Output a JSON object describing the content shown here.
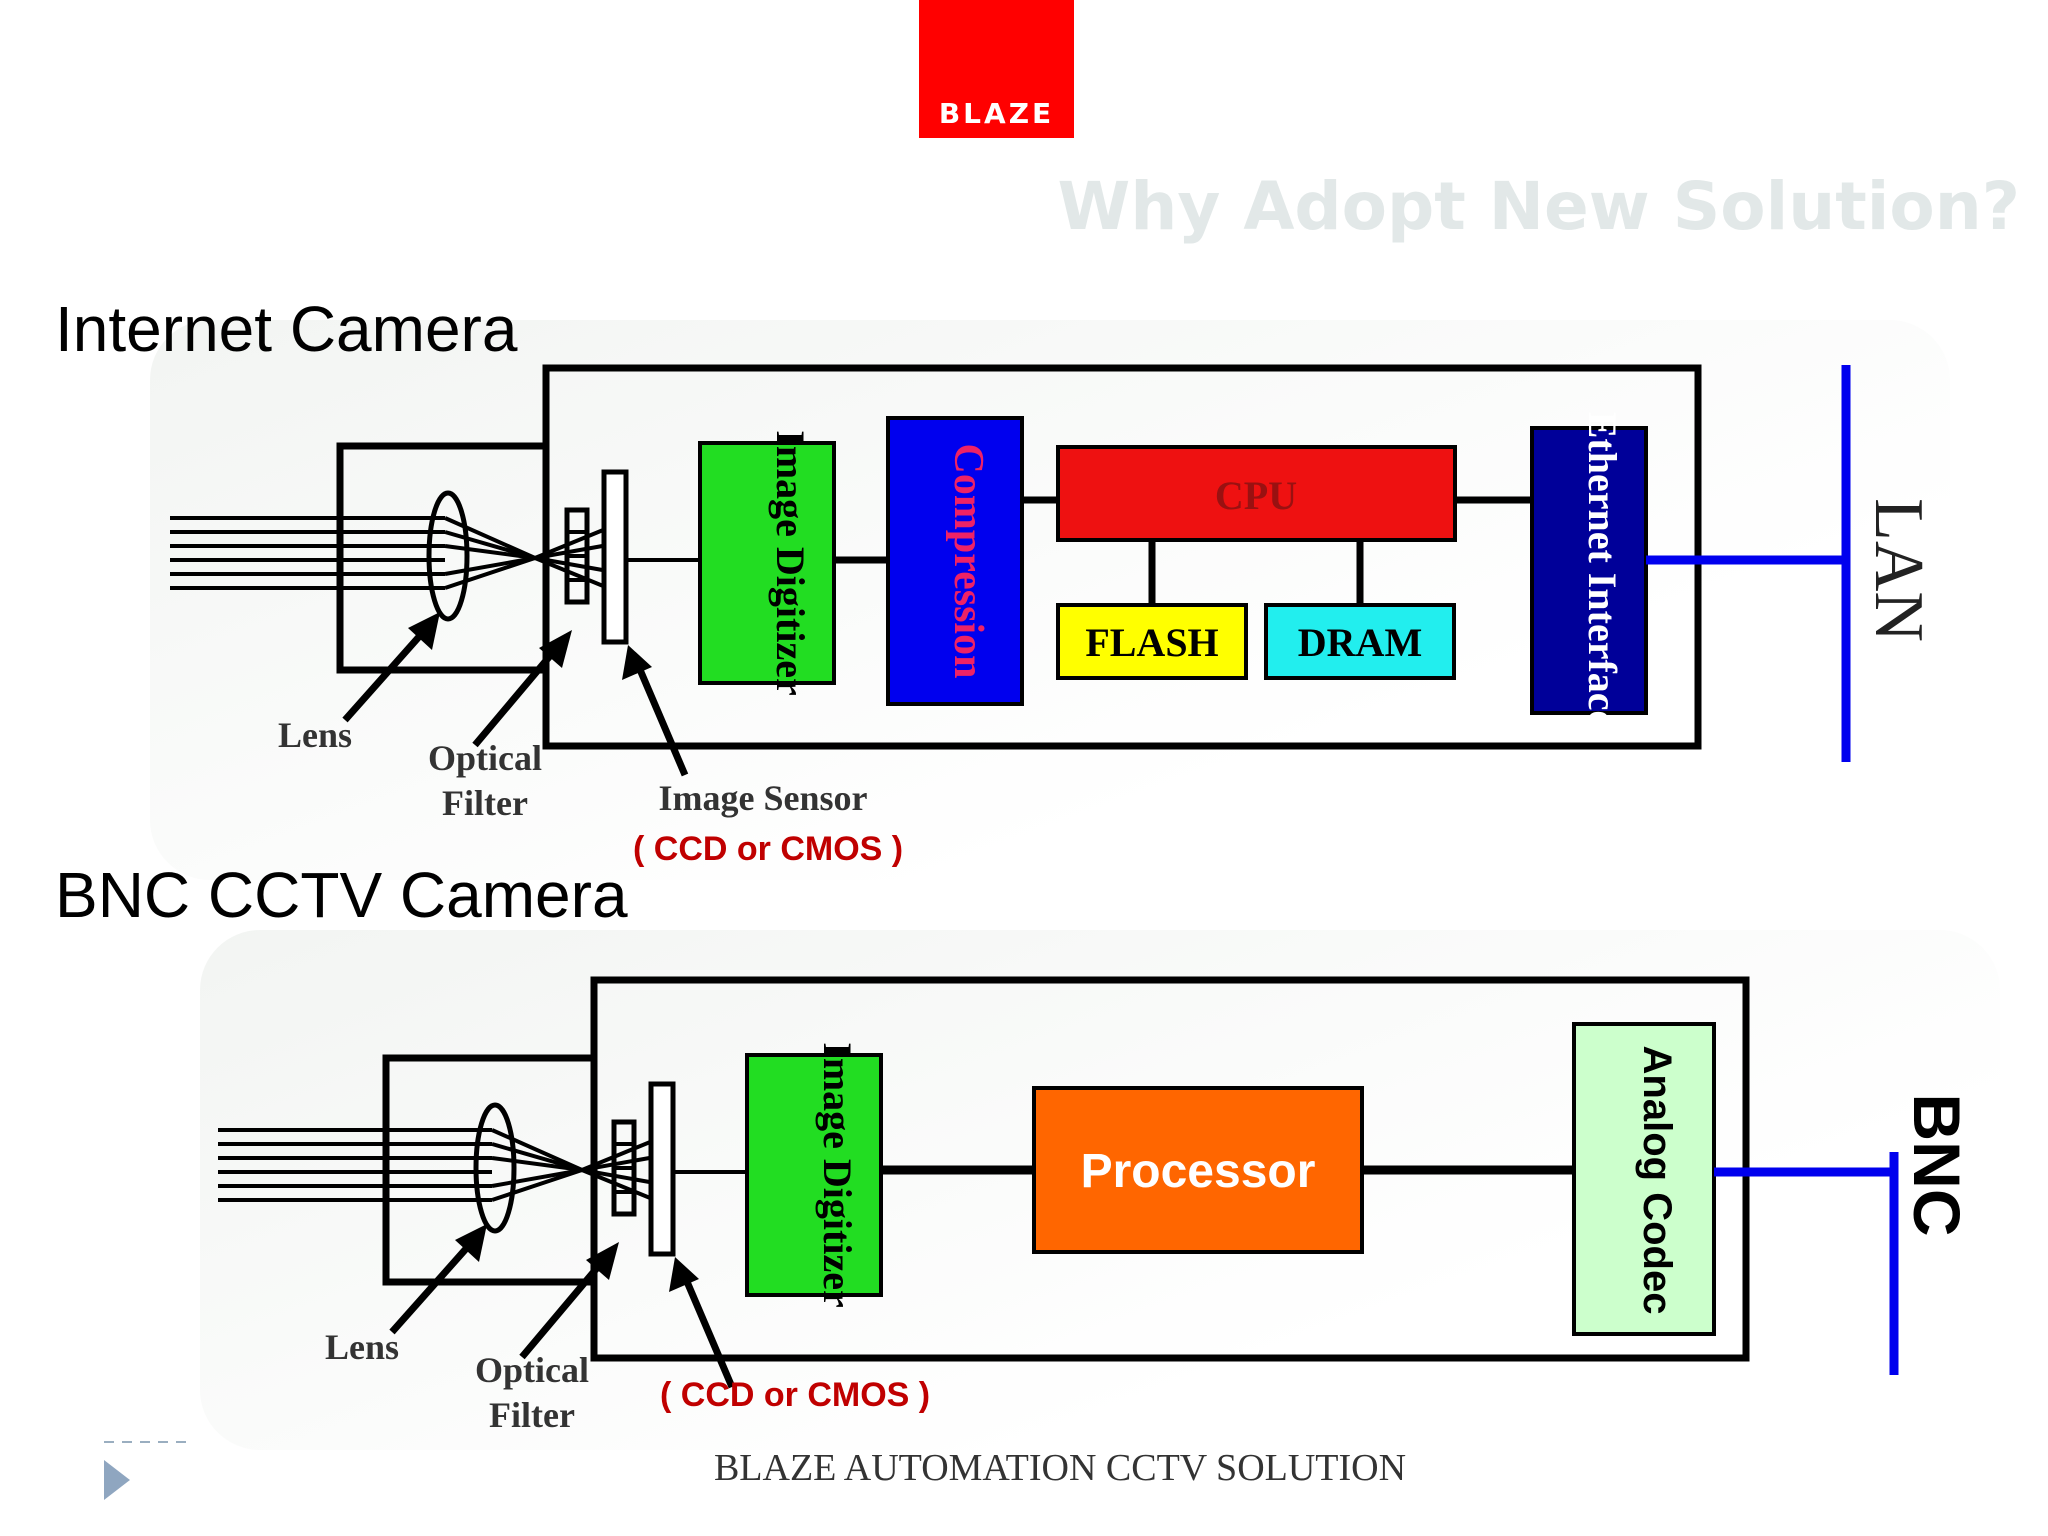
{
  "logo": {
    "text": "BLAZE",
    "bg": "#ff0000"
  },
  "slide_title": "Why Adopt New Solution?",
  "footer": "BLAZE AUTOMATION CCTV SOLUTION",
  "internet_camera": {
    "title": "Internet Camera",
    "blocks": {
      "image_digitizer": "Image Digitizer",
      "compression": "Compression",
      "cpu": "CPU",
      "flash": "FLASH",
      "dram": "DRAM",
      "ethernet": "Ethernet Interface"
    },
    "network_label": "LAN",
    "labels": {
      "lens": "Lens",
      "optical_filter_1": "Optical",
      "optical_filter_2": "Filter",
      "image_sensor": "Image Sensor",
      "sensor_type": "( CCD or CMOS )"
    },
    "colors": {
      "digitizer": "#22dd22",
      "compression": "#0000ee",
      "compression_text": "#ee2266",
      "cpu": "#ee1111",
      "flash": "#ffff00",
      "dram": "#22eeee",
      "ethernet": "#000099",
      "lan_line": "#0000ee"
    }
  },
  "bnc_camera": {
    "title": "BNC CCTV Camera",
    "blocks": {
      "image_digitizer": "Image Digitizer",
      "processor": "Processor",
      "analog_codec": "Analog Codec"
    },
    "network_label": "BNC",
    "labels": {
      "lens": "Lens",
      "optical_filter_1": "Optical",
      "optical_filter_2": "Filter",
      "sensor_type": "( CCD or CMOS )"
    },
    "colors": {
      "digitizer": "#22dd22",
      "processor": "#ff6600",
      "analog_codec": "#ccffcc",
      "bnc_line": "#0000ee"
    }
  }
}
